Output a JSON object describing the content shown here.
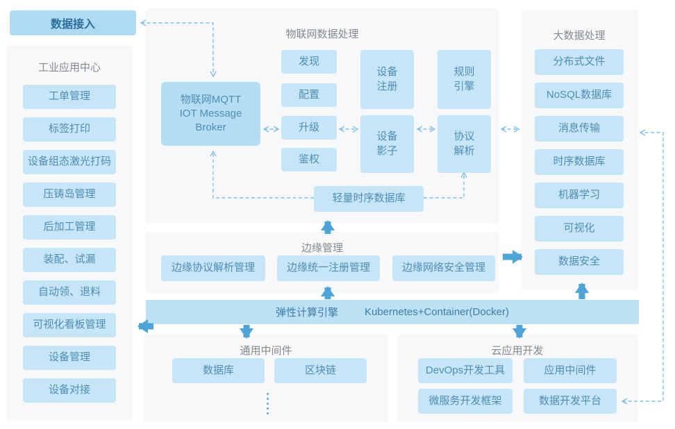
{
  "palette": {
    "box_fill": "#c6e6f8",
    "accent_fill": "#b5def4",
    "box_text": "#4e8cb5",
    "title_text": "#85898c",
    "bold_text": "#2b6f9e",
    "panel_bg": "#f7f8f9",
    "solid_arrow": "#4ca4d8",
    "dashed_line": "#7fc0e6"
  },
  "data_access": {
    "label": "数据接入"
  },
  "industrial_center": {
    "title": "工业应用中心",
    "items": [
      "工单管理",
      "标签打印",
      "设备组态激光打码",
      "压铸岛管理",
      "后加工管理",
      "装配、试漏",
      "自动领、退料",
      "可视化看板管理",
      "设备管理",
      "设备对接"
    ]
  },
  "iot": {
    "title": "物联网数据处理",
    "broker_lines": [
      "物联网MQTT",
      "IOT Message",
      "Broker"
    ],
    "lifecycle": [
      "发现",
      "配置",
      "升级",
      "鉴权"
    ],
    "pairs": [
      {
        "top": [
          "设备",
          "注册"
        ],
        "bottom": [
          "设备",
          "影子"
        ]
      },
      {
        "top": [
          "规则",
          "引擎"
        ],
        "bottom": [
          "协议",
          "解析"
        ]
      }
    ],
    "tsdb": "轻量时序数据库"
  },
  "bigdata": {
    "title": "大数据处理",
    "items": [
      "分布式文件",
      "NoSQL数据库",
      "消息传输",
      "时序数据库",
      "机器学习",
      "可视化",
      "数据安全"
    ]
  },
  "edge": {
    "title": "边缘管理",
    "items": [
      "边缘协议解析管理",
      "边缘统一注册管理",
      "边缘网络安全管理"
    ]
  },
  "compute": {
    "name": "弹性计算引擎",
    "stack": "Kubernetes+Container(Docker)"
  },
  "middleware": {
    "title": "通用中间件",
    "items": [
      "数据库",
      "区块链"
    ]
  },
  "cloud": {
    "title": "云应用开发",
    "items": [
      "DevOps开发工具",
      "应用中间件",
      "微服务开发框架",
      "数据开发平台"
    ]
  }
}
